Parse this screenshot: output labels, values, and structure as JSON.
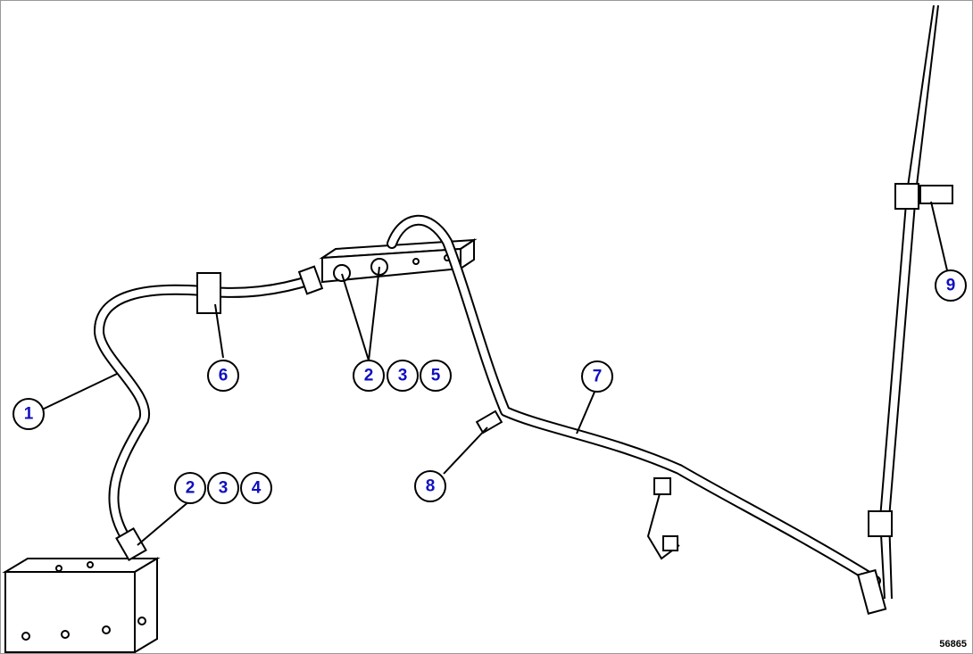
{
  "diagram_code": "56865",
  "callouts": [
    "1",
    "2",
    "3",
    "4",
    "2",
    "3",
    "5",
    "6",
    "7",
    "8",
    "9"
  ],
  "colors": {
    "callout_text": "#1010c0",
    "line": "#000000"
  }
}
